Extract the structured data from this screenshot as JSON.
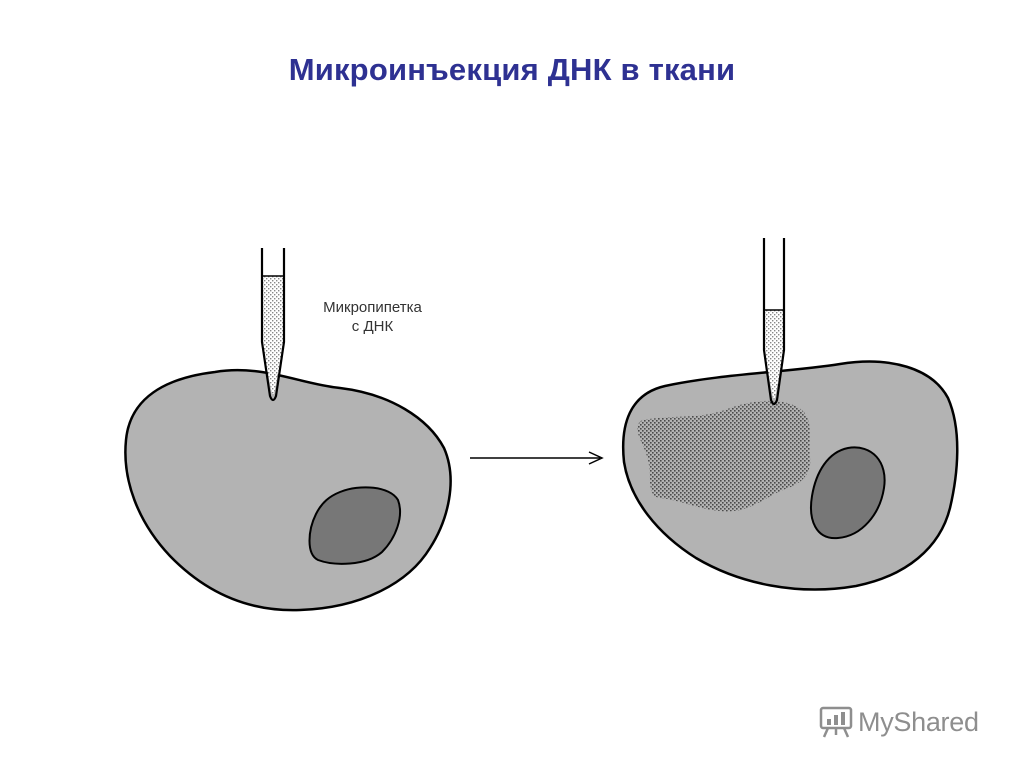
{
  "slide": {
    "title": "Микроинъекция ДНК в ткани"
  },
  "diagram": {
    "pipette_label_line1": "Микропипетка",
    "pipette_label_line2": "с ДНК"
  },
  "watermark": {
    "brand": "MyShared",
    "icon": "presentation-board-icon"
  },
  "colors": {
    "title": "#2e3192",
    "cell_fill": "#b3b3b3",
    "nucleus_fill": "#777777",
    "outline": "#000000",
    "dna_dots": "#555555"
  }
}
